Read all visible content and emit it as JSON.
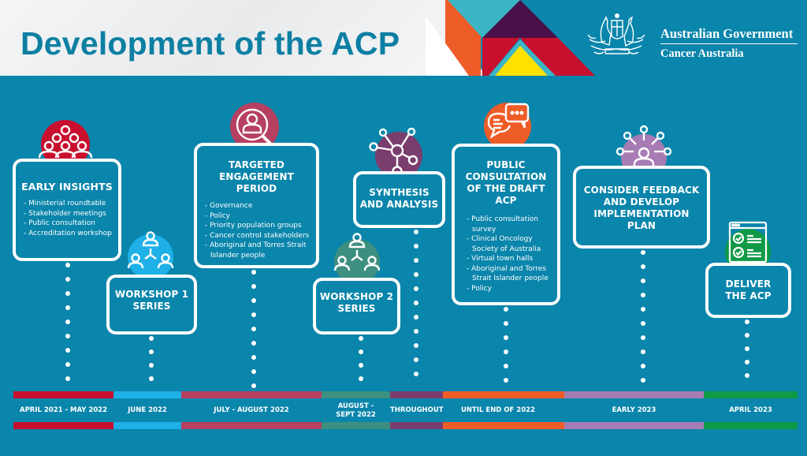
{
  "header": {
    "title": "Development of the ACP",
    "government": "Australian Government",
    "agency": "Cancer Australia",
    "logo_icon": "australian-coat-of-arms-icon"
  },
  "colors": {
    "background": "#0a85ab",
    "title": "#0d7fa3",
    "red": "#c8102e",
    "sky_blue": "#1fb0e8",
    "raspberry": "#b5405f",
    "teal_green": "#3d8f7f",
    "plum": "#7a3e6e",
    "orange": "#ee5c28",
    "lavender": "#a77bb4",
    "green": "#109a48"
  },
  "stages": [
    {
      "id": "early-insights",
      "title": "EARLY INSIGHTS",
      "icon": "group-people-icon",
      "color": "#c8102e",
      "items": [
        "Ministerial roundtable",
        "Stakeholder meetings",
        "Public consultation",
        "Accreditation workshop"
      ],
      "period": "APRIL 2021 - MAY 2022"
    },
    {
      "id": "workshop-1",
      "title_lines": [
        "WORKSHOP 1",
        "SERIES"
      ],
      "icon": "workshop-network-icon",
      "color": "#1fb0e8",
      "items": [],
      "period": "JUNE 2022"
    },
    {
      "id": "targeted-engagement",
      "title_lines": [
        "TARGETED",
        "ENGAGEMENT",
        "PERIOD"
      ],
      "icon": "person-search-icon",
      "color": "#b5405f",
      "items": [
        "Governance",
        "Policy",
        "Priority population groups",
        "Cancer control stakeholders",
        "Aboriginal and Torres Strait Islander people"
      ],
      "period": "JULY - AUGUST 2022"
    },
    {
      "id": "workshop-2",
      "title_lines": [
        "WORKSHOP 2",
        "SERIES"
      ],
      "icon": "workshop-network-icon",
      "color": "#3d8f7f",
      "items": [],
      "period_lines": [
        "AUGUST -",
        "SEPT 2022"
      ]
    },
    {
      "id": "synthesis",
      "title_lines": [
        "SYNTHESIS",
        "AND ANALYSIS"
      ],
      "icon": "network-nodes-icon",
      "color": "#7a3e6e",
      "items": [],
      "period": "THROUGHOUT"
    },
    {
      "id": "public-consultation",
      "title_lines": [
        "PUBLIC",
        "CONSULTATION",
        "OF THE DRAFT",
        "ACP"
      ],
      "icon": "speech-bubbles-icon",
      "color": "#ee5c28",
      "items": [
        "Public consultation survey",
        "Clinical Oncology Society of Australia",
        "Virtual town halls",
        "Aboriginal and Torres Strait Islander people",
        "Policy"
      ],
      "period": "UNTIL END OF 2022"
    },
    {
      "id": "consider-feedback",
      "title_lines": [
        "CONSIDER FEEDBACK",
        "AND DEVELOP",
        "IMPLEMENTATION",
        "PLAN"
      ],
      "icon": "person-connections-icon",
      "color": "#a77bb4",
      "items": [],
      "period": "EARLY 2023"
    },
    {
      "id": "deliver",
      "title_lines": [
        "DELIVER",
        "THE ACP"
      ],
      "icon": "checklist-window-icon",
      "color": "#109a48",
      "items": [],
      "period": "APRIL 2023"
    }
  ]
}
